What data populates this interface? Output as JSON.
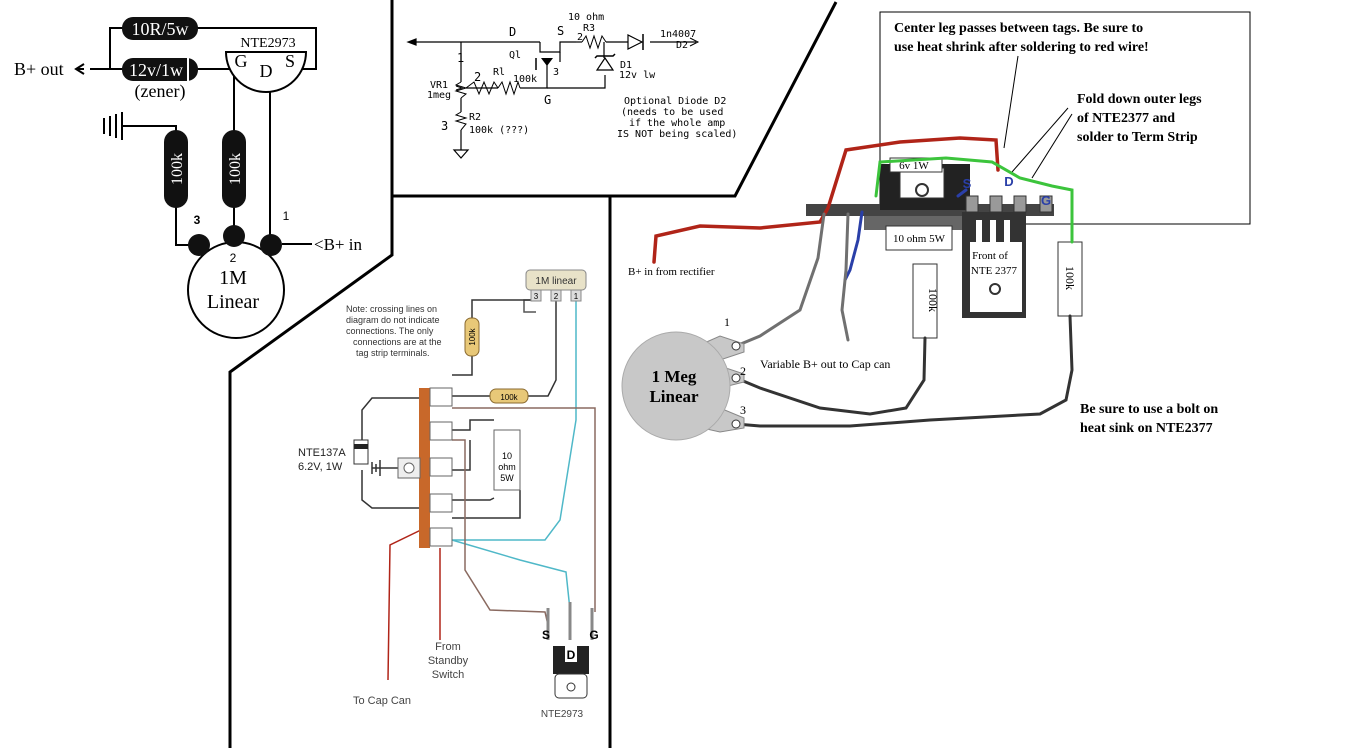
{
  "panel_a": {
    "res_10r": "10R/5w",
    "zener_label": "12v/1w",
    "zener_note": "(zener)",
    "part": "NTE2973",
    "pin_g": "G",
    "pin_d": "D",
    "pin_s": "S",
    "b_out": "B+ out",
    "b_in": "<B+ in",
    "res_100k_1": "100k",
    "res_100k_2": "100k",
    "pot_num_3": "3",
    "pot_num_2": "2",
    "pot_num_1": "1",
    "pot_line1": "1M",
    "pot_line2": "Linear"
  },
  "panel_b": {
    "d": "D",
    "s": "S",
    "g": "G",
    "ten_ohm": "10 ohm",
    "r3": "R3",
    "n2": "2",
    "d_part": "1n4007",
    "d2": "D2",
    "q1": "Ql",
    "n1": "1",
    "n3a": "3",
    "vr1": "VR1",
    "vr1_val": "1meg",
    "n2b": "2",
    "r1": "Rl",
    "r1_val": "100k",
    "n3b": "3",
    "r2": "R2",
    "r2_val": "100k (???)",
    "d1": "D1",
    "d1_val": "12v lw",
    "note1": "Optional Diode D2",
    "note2": "(needs to be used",
    "note3": "if the whole amp",
    "note4": "IS NOT being scaled)"
  },
  "panel_c": {
    "pot_label": "1M linear",
    "pin3": "3",
    "pin2": "2",
    "pin1": "1",
    "note1": "Note: crossing lines on",
    "note2": "diagram do not indicate",
    "note3": "connections. The only",
    "note4": "connections are at the",
    "note5": "tag strip terminals.",
    "res_v": "100k",
    "res_h": "100k",
    "zener1": "NTE137A",
    "zener2": "6.2V, 1W",
    "r10_1": "10",
    "r10_2": "ohm",
    "r10_3": "5W",
    "from1": "From",
    "from2": "Standby",
    "from3": "Switch",
    "to_cap": "To Cap Can",
    "s": "S",
    "g": "G",
    "d": "D",
    "part": "NTE2973"
  },
  "panel_d": {
    "note_center1": "Center leg passes between tags. Be sure to",
    "note_center2": "use heat shrink after soldering to red wire!",
    "fold1": "Fold down outer legs",
    "fold2": "of NTE2377 and",
    "fold3": "solder to Term Strip",
    "zener": "6v 1W",
    "s": "S",
    "d": "D",
    "g": "G",
    "res10": "10 ohm 5W",
    "front1": "Front of",
    "front2": "NTE 2377",
    "res1": "100k",
    "res2": "100k",
    "b_in": "B+ in from rectifier",
    "n1": "1",
    "n2": "2",
    "n3": "3",
    "pot1": "1 Meg",
    "pot2": "Linear",
    "var_b": "Variable B+ out to Cap can",
    "bolt1": "Be sure to use a bolt on",
    "bolt2": "heat sink on NTE2377"
  },
  "colors": {
    "red_wire": "#b02418",
    "green_wire": "#3cc43c",
    "blue_wire": "#2a3fa8",
    "gray_wire": "#707070",
    "teal_wire": "#4fb8c8",
    "brown_wire": "#8a6a60",
    "tag_strip": "#c8682a"
  }
}
